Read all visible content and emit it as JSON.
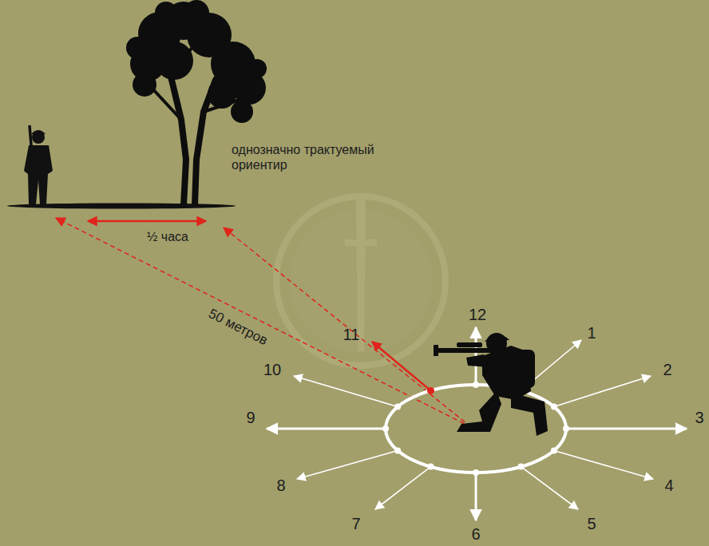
{
  "diagram": {
    "labels": [
      "однозначно трактуемый ориентир",
      "½ часа",
      "50 метров",
      "12",
      "1",
      "2",
      "3",
      "4",
      "5",
      "6",
      "7",
      "8",
      "9",
      "10",
      "11"
    ]
  }
}
